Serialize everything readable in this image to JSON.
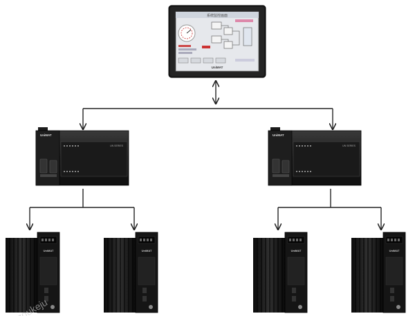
{
  "hmi": {
    "brand": "UniMAT",
    "screen_title": "系统监控画面",
    "buttons": [
      "",
      "",
      "",
      ""
    ],
    "icon": "touchscreen-hmi-icon"
  },
  "plcs": [
    {
      "brand": "UniMAT",
      "model": "UN SERIES",
      "icon": "plc-controller-icon"
    },
    {
      "brand": "UniMAT",
      "model": "UN SERIES",
      "icon": "plc-controller-icon"
    }
  ],
  "drives": [
    {
      "brand": "UniMAT",
      "icon": "servo-drive-icon"
    },
    {
      "brand": "UniMAT",
      "icon": "servo-drive-icon"
    },
    {
      "brand": "UniMAT",
      "icon": "servo-drive-icon"
    },
    {
      "brand": "UniMAT",
      "icon": "servo-drive-icon"
    }
  ],
  "connections": {
    "hmi_to_plc": "bidirectional",
    "plc_to_drives": "unidirectional"
  },
  "colors": {
    "line": "#222222",
    "device_body": "#141414",
    "device_face": "#2a2a2a",
    "screen": "#e8eaee",
    "background": "#ffffff"
  },
  "watermark": "zoukeju"
}
